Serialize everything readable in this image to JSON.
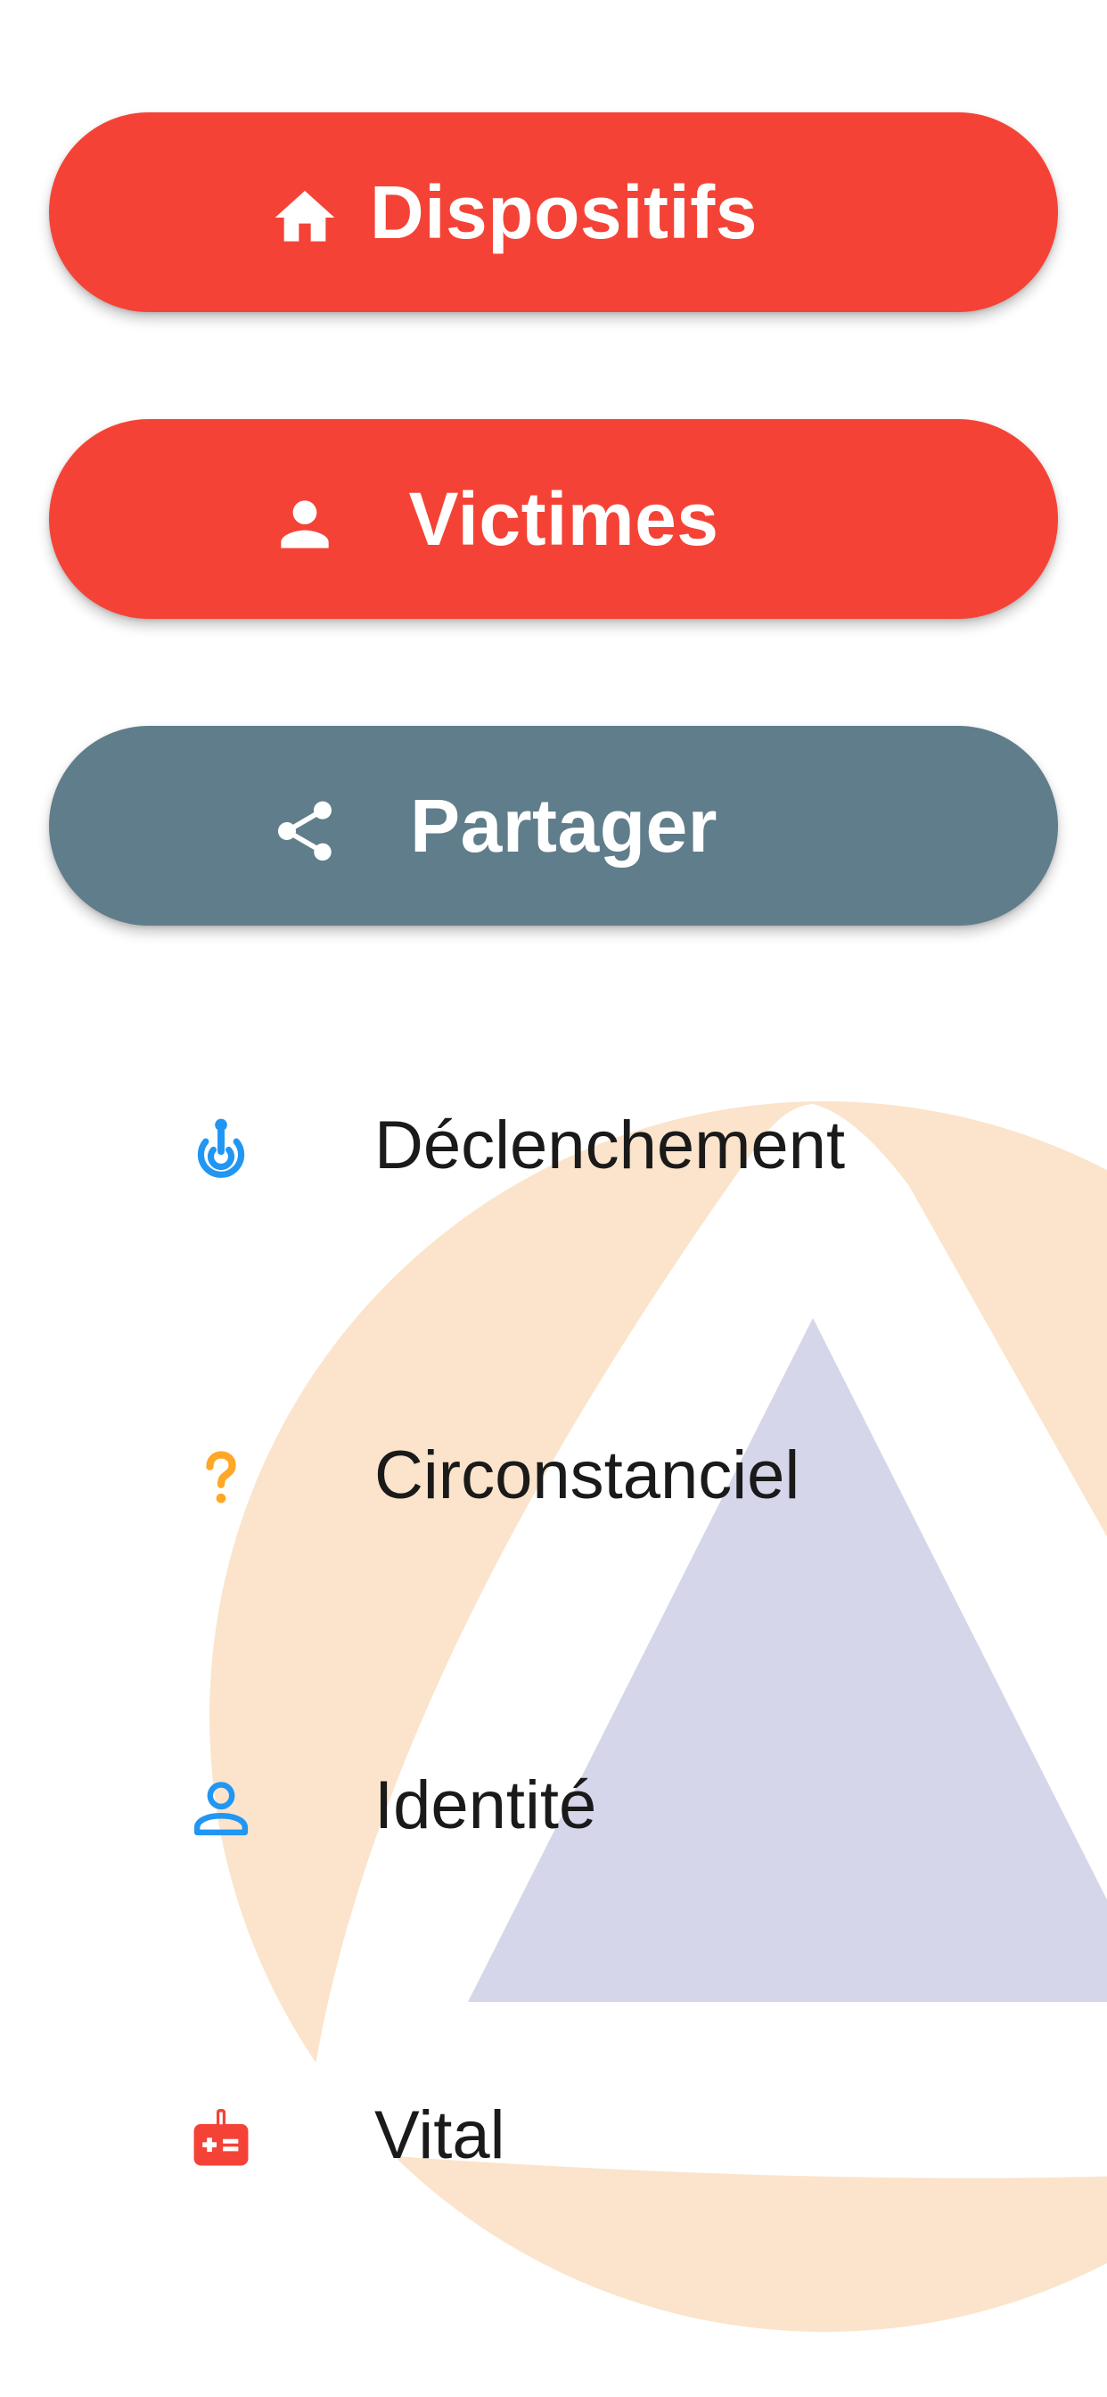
{
  "theme": {
    "primary_red": "#F44336",
    "secondary_slate": "#607D8B",
    "emblem_orange": "#FBE4CB",
    "emblem_blue": "#D5D6E9"
  },
  "actions": [
    {
      "label": "Dispositifs",
      "icon": "home-icon",
      "color": "#F44336"
    },
    {
      "label": "Victimes",
      "icon": "person-icon",
      "color": "#F44336"
    },
    {
      "label": "Partager",
      "icon": "share-icon",
      "color": "#607D8B"
    }
  ],
  "menu": [
    {
      "label": "Déclenchement",
      "icon": "alarm-signal-icon",
      "color": "#2196F3"
    },
    {
      "label": "Circonstanciel",
      "icon": "question-mark-icon",
      "color": "#FFA726"
    },
    {
      "label": "Identité",
      "icon": "person-outline-icon",
      "color": "#2196F3"
    },
    {
      "label": "Vital",
      "icon": "medical-kit-icon",
      "color": "#F44336"
    }
  ]
}
